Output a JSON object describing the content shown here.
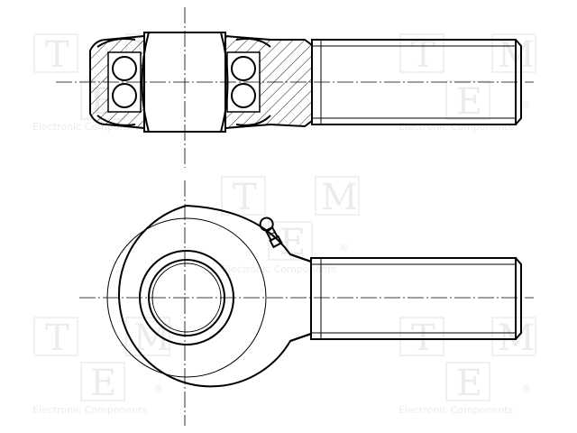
{
  "watermark": {
    "letters": [
      "T",
      "M",
      "E"
    ],
    "caption": "Electronic Components",
    "registered": "®",
    "color": "#ececec"
  },
  "drawing": {
    "subject": "rod end bearing with grease nipple",
    "line_color": "#000000",
    "background": "#ffffff"
  }
}
